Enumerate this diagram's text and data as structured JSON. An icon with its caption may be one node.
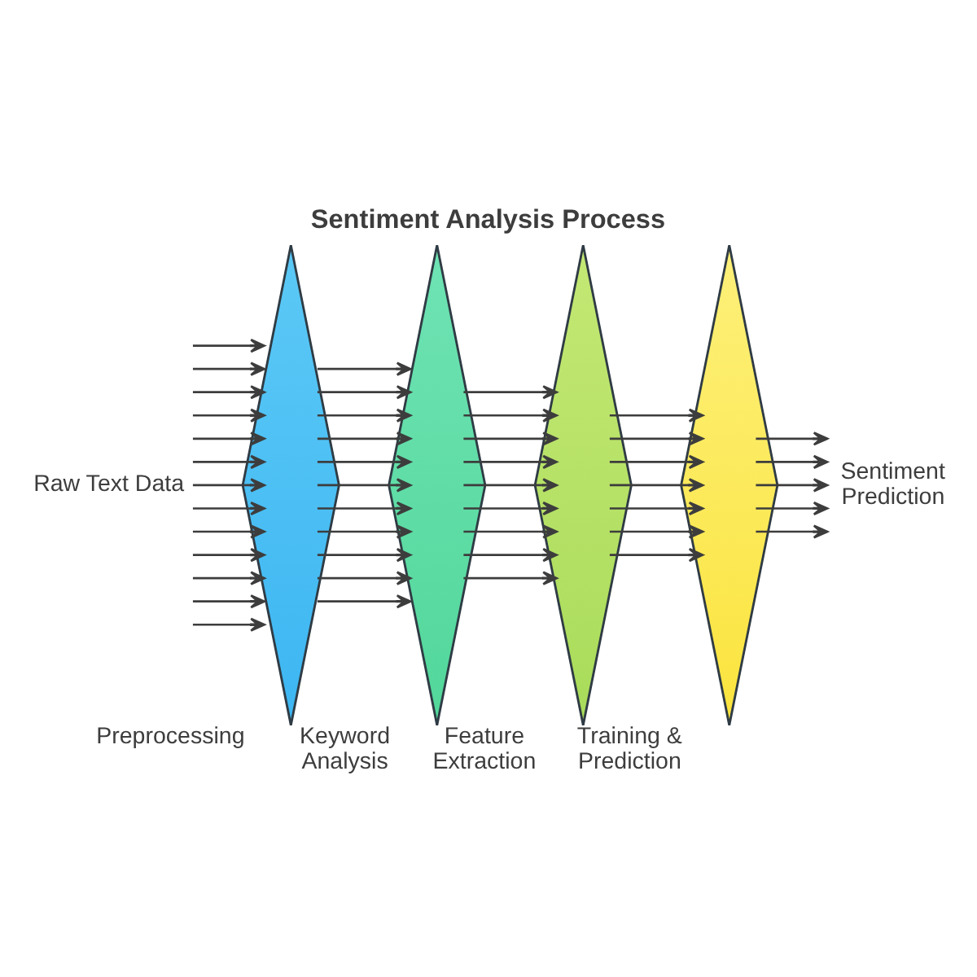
{
  "diagram": {
    "title": "Sentiment Analysis Process",
    "nodes": [
      {
        "text": [
          "Raw Text Data"
        ]
      },
      {
        "text": [
          "Preprocessing"
        ]
      },
      {
        "text": [
          "Keyword Analysis"
        ]
      },
      {
        "text": [
          "Feature Extraction"
        ]
      },
      {
        "text": [
          "Training & Prediction"
        ]
      },
      {
        "text": [
          "Sentiment Prediction"
        ]
      }
    ],
    "edges": [
      {
        "from": 0,
        "to": 1,
        "arrow": "to"
      },
      {
        "from": 0,
        "to": 1,
        "arrow": "to"
      },
      {
        "from": 0,
        "to": 1,
        "arrow": "to"
      },
      {
        "from": 0,
        "to": 1,
        "arrow": "to"
      },
      {
        "from": 0,
        "to": 1,
        "arrow": "to"
      },
      {
        "from": 0,
        "to": 1,
        "arrow": "to"
      },
      {
        "from": 0,
        "to": 1,
        "arrow": "to"
      },
      {
        "from": 0,
        "to": 1,
        "arrow": "to"
      },
      {
        "from": 0,
        "to": 1,
        "arrow": "to"
      },
      {
        "from": 0,
        "to": 1,
        "arrow": "to"
      },
      {
        "from": 0,
        "to": 1,
        "arrow": "to"
      },
      {
        "from": 0,
        "to": 1,
        "arrow": "to"
      },
      {
        "from": 0,
        "to": 1,
        "arrow": "to"
      },
      {
        "from": 1,
        "to": 2,
        "arrow": "to"
      },
      {
        "from": 1,
        "to": 2,
        "arrow": "to"
      },
      {
        "from": 1,
        "to": 2,
        "arrow": "to"
      },
      {
        "from": 1,
        "to": 2,
        "arrow": "to"
      },
      {
        "from": 1,
        "to": 2,
        "arrow": "to"
      },
      {
        "from": 1,
        "to": 2,
        "arrow": "to"
      },
      {
        "from": 1,
        "to": 2,
        "arrow": "to"
      },
      {
        "from": 1,
        "to": 2,
        "arrow": "to"
      },
      {
        "from": 1,
        "to": 2,
        "arrow": "to"
      },
      {
        "from": 1,
        "to": 2,
        "arrow": "to"
      },
      {
        "from": 1,
        "to": 2,
        "arrow": "to"
      },
      {
        "from": 2,
        "to": 3,
        "arrow": "to"
      },
      {
        "from": 2,
        "to": 3,
        "arrow": "to"
      },
      {
        "from": 2,
        "to": 3,
        "arrow": "to"
      },
      {
        "from": 2,
        "to": 3,
        "arrow": "to"
      },
      {
        "from": 2,
        "to": 3,
        "arrow": "to"
      },
      {
        "from": 2,
        "to": 3,
        "arrow": "to"
      },
      {
        "from": 2,
        "to": 3,
        "arrow": "to"
      },
      {
        "from": 2,
        "to": 3,
        "arrow": "to"
      },
      {
        "from": 2,
        "to": 3,
        "arrow": "to"
      },
      {
        "from": 3,
        "to": 4,
        "arrow": "to"
      },
      {
        "from": 3,
        "to": 4,
        "arrow": "to"
      },
      {
        "from": 3,
        "to": 4,
        "arrow": "to"
      },
      {
        "from": 3,
        "to": 4,
        "arrow": "to"
      },
      {
        "from": 3,
        "to": 4,
        "arrow": "to"
      },
      {
        "from": 3,
        "to": 4,
        "arrow": "to"
      },
      {
        "from": 3,
        "to": 4,
        "arrow": "to"
      },
      {
        "from": 4,
        "to": 5,
        "arrow": "to"
      },
      {
        "from": 4,
        "to": 5,
        "arrow": "to"
      },
      {
        "from": 4,
        "to": 5,
        "arrow": "to"
      },
      {
        "from": 4,
        "to": 5,
        "arrow": "to"
      },
      {
        "from": 4,
        "to": 5,
        "arrow": "to"
      }
    ]
  }
}
